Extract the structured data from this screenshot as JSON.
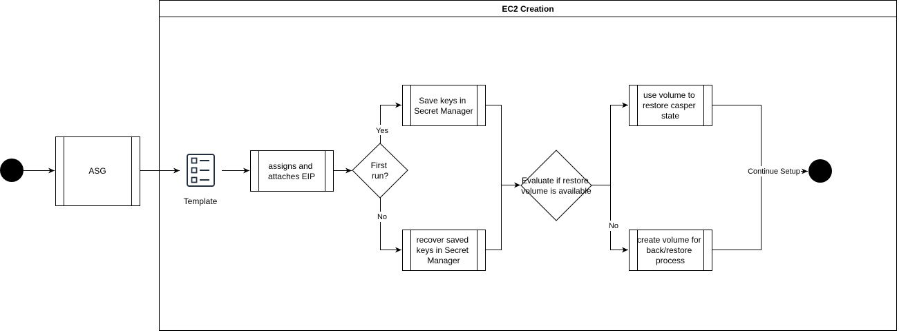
{
  "container": {
    "title": "EC2 Creation"
  },
  "nodes": {
    "asg": "ASG",
    "template_label": "Template",
    "assign_eip": [
      "assigns and",
      "attaches EIP"
    ],
    "first_run": [
      "First",
      "run?"
    ],
    "save_keys": [
      "Save keys in",
      "Secret Manager"
    ],
    "recover_keys": [
      "recover saved",
      "keys in Secret",
      "Manager"
    ],
    "evaluate_restore": [
      "Evaluate if restore",
      "volume is available"
    ],
    "use_volume": [
      "use volume to",
      "restore casper",
      "state"
    ],
    "create_volume": [
      "create volume for",
      "back/restore",
      "process"
    ]
  },
  "edges": {
    "yes": "Yes",
    "no_first": "No",
    "no_restore": "No",
    "continue": "Continue Setup"
  },
  "colors": {
    "stroke": "#000000",
    "fill": "#ffffff",
    "terminal": "#000000",
    "template_icon": "#232F3E"
  },
  "icons": {
    "template": "checklist-template-icon"
  }
}
